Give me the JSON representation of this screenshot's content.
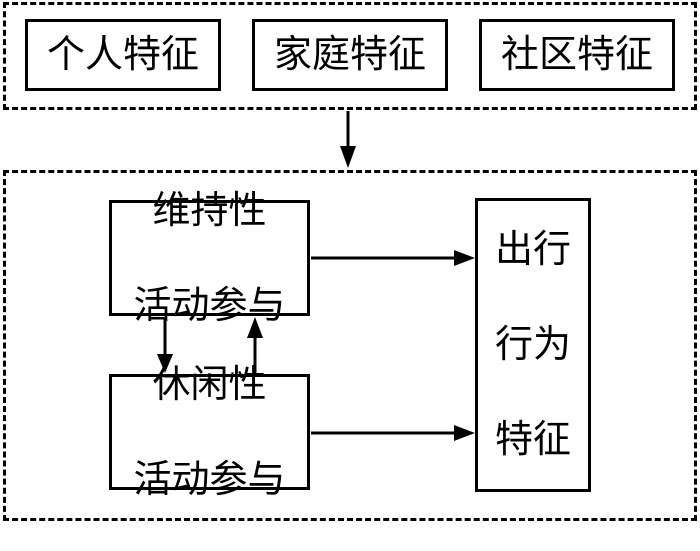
{
  "top_group": {
    "items": [
      {
        "label": "个人特征"
      },
      {
        "label": "家庭特征"
      },
      {
        "label": "社区特征"
      }
    ]
  },
  "bottom_group": {
    "maintenance": {
      "line1": "维持性",
      "line2": "活动参与"
    },
    "leisure": {
      "line1": "休闲性",
      "line2": "活动参与"
    },
    "travel": {
      "line1": "出行",
      "line2": "行为",
      "line3": "特征"
    }
  }
}
